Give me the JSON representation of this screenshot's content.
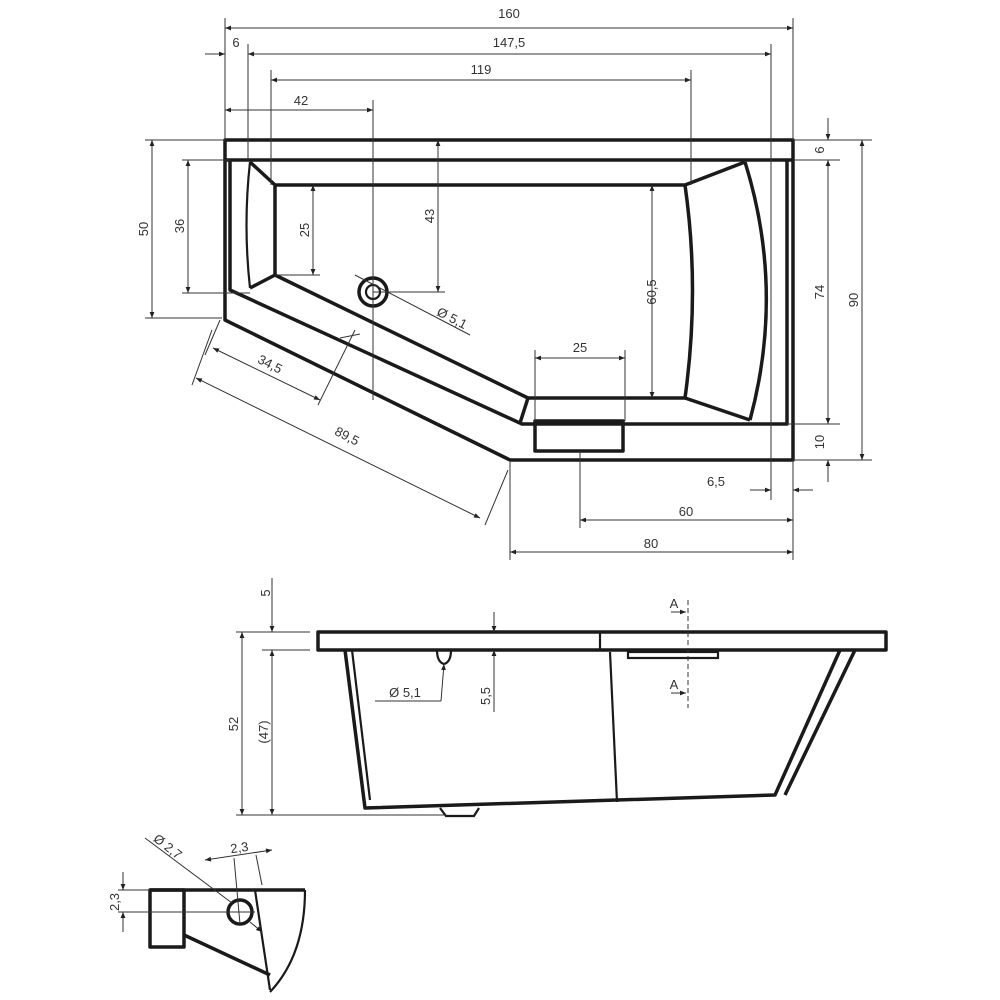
{
  "top_view": {
    "dims": {
      "overall_length": "160",
      "inner_length": "147,5",
      "rim_left": "6",
      "basin_length": "119",
      "drain_offset": "42",
      "left_width": "50",
      "left_inner": "36",
      "basin_left": "25",
      "drain_depth": "43",
      "drain_diameter": "Ø 5,1",
      "basin_right": "60,5",
      "overflow_width": "25",
      "rim_top": "6",
      "inner_width": "74",
      "overall_width": "90",
      "rim_bottom": "10",
      "diag_short": "34,5",
      "diag_long": "89,5",
      "rim_right": "6,5",
      "overflow_pos": "60",
      "straight_front": "80"
    }
  },
  "side_view": {
    "dims": {
      "rim_thickness": "5",
      "overall_height": "52",
      "inner_height": "(47)",
      "overflow_diameter": "Ø 5,1",
      "overflow_height": "5,5",
      "section_top": "A",
      "section_bottom": "A"
    }
  },
  "detail_view": {
    "dims": {
      "hole_diameter": "Ø 2,7",
      "hole_offset_x": "2,3",
      "hole_offset_y": "2,3"
    }
  }
}
